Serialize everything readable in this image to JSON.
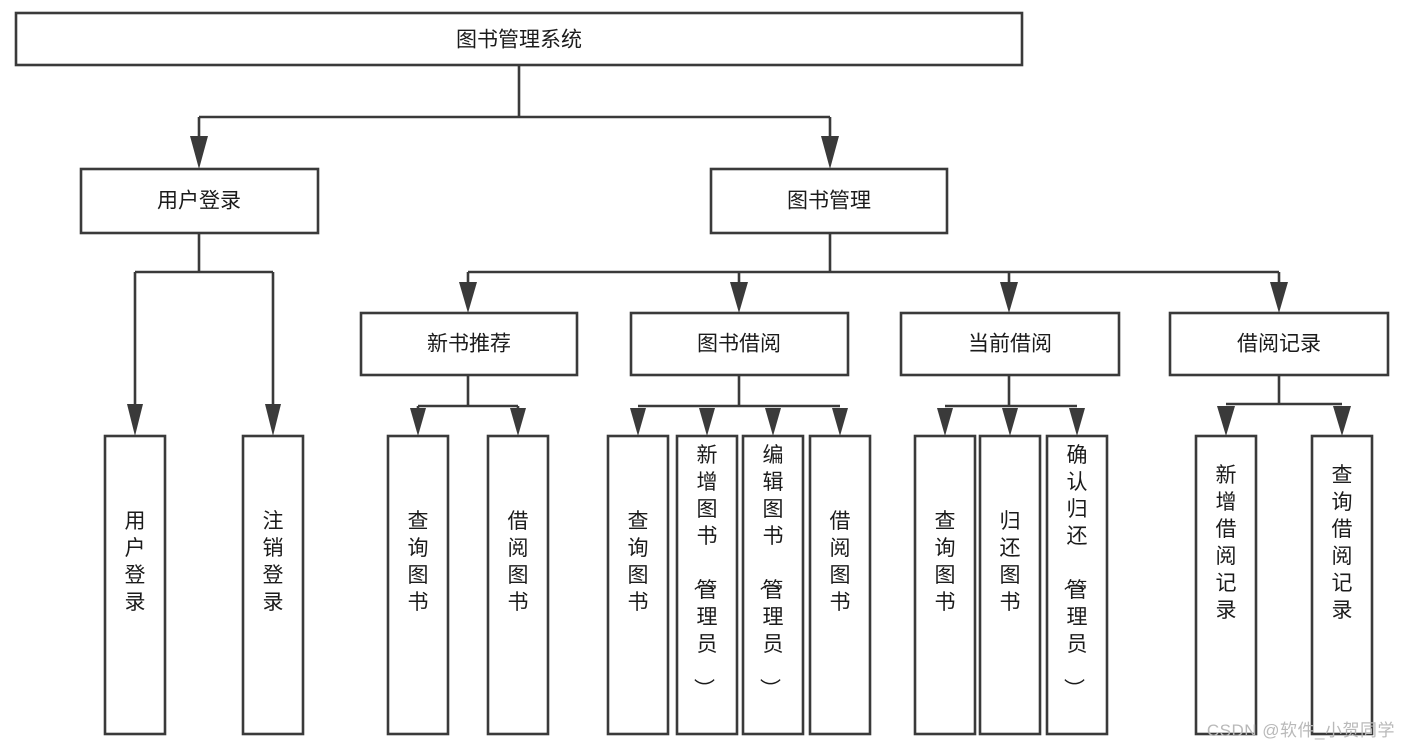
{
  "diagram": {
    "type": "tree-hierarchy",
    "title": "图书管理系统",
    "watermark": "CSDN @软件_小贺同学",
    "colors": {
      "box_stroke": "#3a3a3a",
      "box_fill": "#ffffff",
      "connector": "#3a3a3a",
      "text": "#1b1b1b",
      "watermark": "#b9b9b9",
      "background": "#ffffff"
    },
    "nodes": {
      "root": {
        "label": "图书管理系统"
      },
      "level2": [
        {
          "id": "user-login",
          "label": "用户登录"
        },
        {
          "id": "book-manage",
          "label": "图书管理"
        }
      ],
      "level3": [
        {
          "id": "new-book-recommend",
          "label": "新书推荐"
        },
        {
          "id": "book-borrow",
          "label": "图书借阅"
        },
        {
          "id": "current-borrow",
          "label": "当前借阅"
        },
        {
          "id": "borrow-record",
          "label": "借阅记录"
        }
      ],
      "leaves": {
        "user-login": [
          {
            "id": "leaf-user-login",
            "label": "用户登录"
          },
          {
            "id": "leaf-logout-login",
            "label": "注销登录"
          }
        ],
        "new-book-recommend": [
          {
            "id": "leaf-query-book-1",
            "label": "查询图书"
          },
          {
            "id": "leaf-borrow-book-1",
            "label": "借阅图书"
          }
        ],
        "book-borrow": [
          {
            "id": "leaf-query-book-2",
            "label": "查询图书"
          },
          {
            "id": "leaf-add-book",
            "label": "新增图书（管理员）"
          },
          {
            "id": "leaf-edit-book",
            "label": "编辑图书（管理员）"
          },
          {
            "id": "leaf-borrow-book-2",
            "label": "借阅图书"
          }
        ],
        "current-borrow": [
          {
            "id": "leaf-query-book-3",
            "label": "查询图书"
          },
          {
            "id": "leaf-return-book",
            "label": "归还图书"
          },
          {
            "id": "leaf-confirm-return",
            "label": "确认归还（管理员）"
          }
        ],
        "borrow-record": [
          {
            "id": "leaf-add-record",
            "label": "新增借阅记录"
          },
          {
            "id": "leaf-query-record",
            "label": "查询借阅记录"
          }
        ]
      }
    }
  }
}
